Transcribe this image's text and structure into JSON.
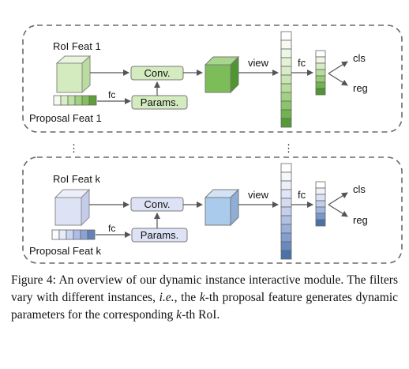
{
  "modules": [
    {
      "rol_feat_label": "RoI Feat 1",
      "proposal_feat_label": "Proposal Feat 1",
      "conv_label": "Conv.",
      "params_label": "Params.",
      "fc_small_label": "fc",
      "view_label": "view",
      "fc_label": "fc",
      "cls_label": "cls",
      "reg_label": "reg",
      "theme": "green"
    },
    {
      "rol_feat_label": "RoI Feat k",
      "proposal_feat_label": "Proposal Feat k",
      "conv_label": "Conv.",
      "params_label": "Params.",
      "fc_small_label": "fc",
      "view_label": "view",
      "fc_label": "fc",
      "cls_label": "cls",
      "reg_label": "reg",
      "theme": "blue"
    }
  ],
  "ellipsis": "⋮",
  "caption": {
    "figure": "Figure 4:",
    "line1_rest": "An overview of our dynamic instance interactive module. The filters vary with different instances,",
    "ie": "i.e.",
    "after_ie": ", the",
    "k1": "k",
    "mid": "-th proposal feature generates dynamic parameters for the corresponding",
    "k2": "k",
    "end": "-th RoI."
  },
  "colors": {
    "green_light": "#dcedc8",
    "green_mid": "#a5d38a",
    "green_dark": "#5b9b3a",
    "blue_light": "#dde4f5",
    "blue_mid": "#a9c6e8",
    "blue_dark": "#4a78a8",
    "frame": "#6a6a6a"
  }
}
